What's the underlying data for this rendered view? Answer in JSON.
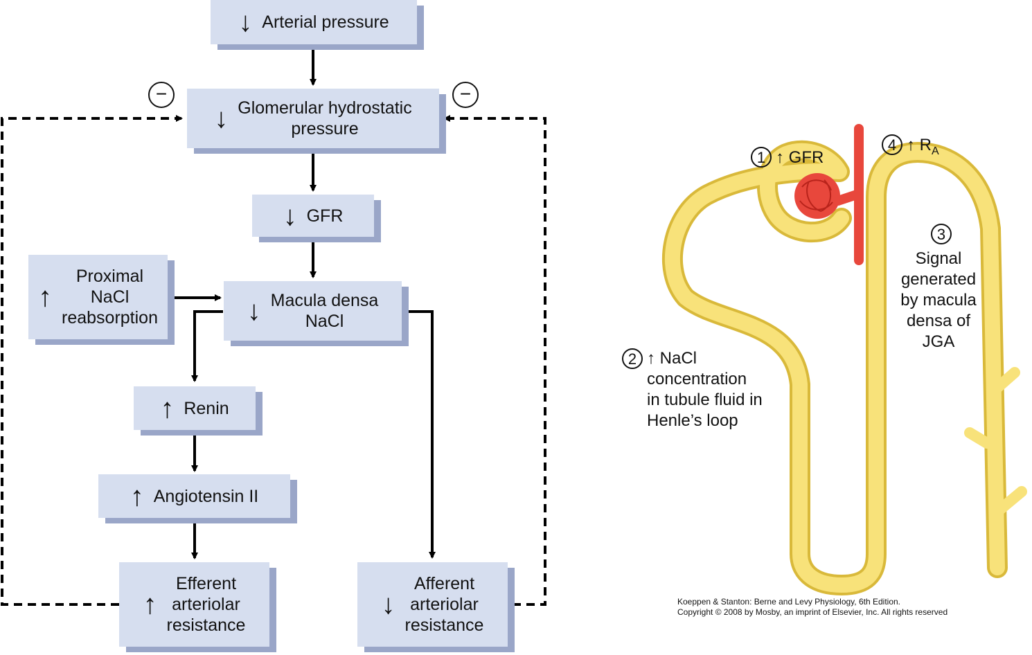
{
  "flowchart": {
    "nodes": [
      {
        "id": "arterial-pressure",
        "direction": "down",
        "text": "Arterial pressure"
      },
      {
        "id": "glomerular-hydrostatic",
        "direction": "down",
        "text": "Glomerular hydrostatic\npressure"
      },
      {
        "id": "gfr",
        "direction": "down",
        "text": "GFR"
      },
      {
        "id": "proximal-nacl",
        "direction": "up",
        "text": "Proximal\nNaCl\nreabsorption"
      },
      {
        "id": "macula-densa",
        "direction": "down",
        "text": "Macula densa\nNaCl"
      },
      {
        "id": "renin",
        "direction": "up",
        "text": "Renin"
      },
      {
        "id": "angiotensin",
        "direction": "up",
        "text": "Angiotensin II"
      },
      {
        "id": "efferent",
        "direction": "up",
        "text": "Efferent\narteriolar\nresistance"
      },
      {
        "id": "afferent",
        "direction": "down",
        "text": "Afferent\narteriolar\nresistance"
      }
    ],
    "feedback_sign": "−",
    "arrow_up": "↑",
    "arrow_down": "↓"
  },
  "nephron": {
    "labels": {
      "l1_num": "1",
      "l1_text": "↑ GFR",
      "l2_num": "2",
      "l2_text": "↑ NaCl\nconcentration\nin tubule fluid in\nHenle’s loop",
      "l3_num": "3",
      "l3_text": "Signal\ngenerated\nby macula\ndensa of\nJGA",
      "l4_num": "4",
      "l4_text": "↑ R",
      "l4_sub": "A"
    },
    "colors": {
      "tubule": "#f8e27a",
      "tubule_edge": "#d9b93a",
      "glomerulus": "#e8473c"
    }
  },
  "credit": "Koeppen & Stanton: Berne and Levy Physiology, 6th Edition.\nCopyright © 2008 by Mosby, an imprint of Elsevier, Inc. All rights reserved"
}
